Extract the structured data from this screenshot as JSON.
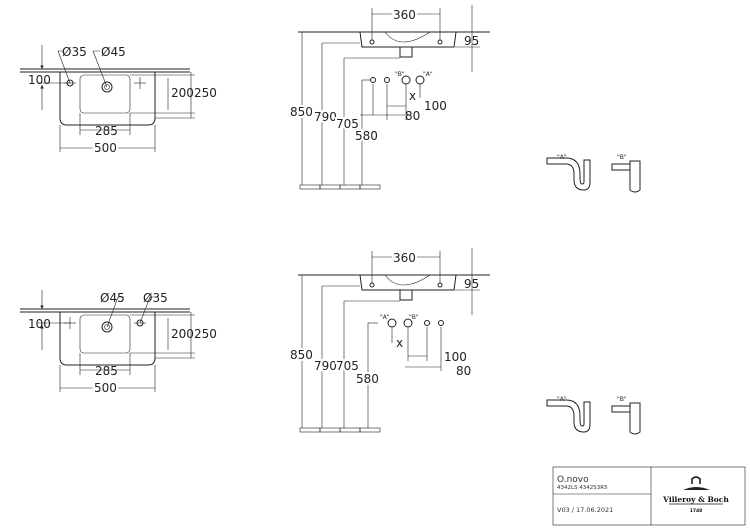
{
  "drawing": {
    "top": {
      "plan": {
        "hole_left": "Ø35",
        "hole_right": "Ø45",
        "d100": "100",
        "d200": "200",
        "d250": "250",
        "d285": "285",
        "d500": "500"
      },
      "side": {
        "d360": "360",
        "d95": "95",
        "d850": "850",
        "d790": "790",
        "d705": "705",
        "d580": "580",
        "x": "x",
        "d100": "100",
        "d80": "80",
        "label_a": "\"A\"",
        "label_b": "\"B\""
      },
      "siphons": {
        "label_a": "\"A\"",
        "label_b": "\"B\""
      }
    },
    "bottom": {
      "plan": {
        "hole_left": "Ø45",
        "hole_right": "Ø35",
        "d100": "100",
        "d200": "200",
        "d250": "250",
        "d285": "285",
        "d500": "500"
      },
      "side": {
        "d360": "360",
        "d95": "95",
        "d850": "850",
        "d790": "790",
        "d705": "705",
        "d580": "580",
        "x": "x",
        "d100": "100",
        "d80": "80",
        "label_a": "\"A\"",
        "label_b": "\"B\""
      },
      "siphons": {
        "label_a": "\"A\"",
        "label_b": "\"B\""
      }
    }
  },
  "title_block": {
    "product": "O.novo",
    "article_numbers": "4342LS 434253R5",
    "version_date": "V03 / 17.06.2021",
    "logo_text": "Villeroy & Boch",
    "logo_year": "1748"
  }
}
